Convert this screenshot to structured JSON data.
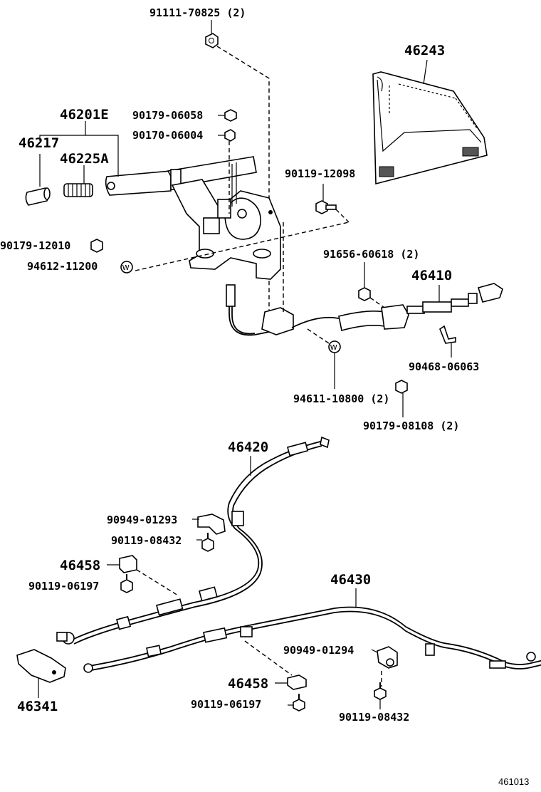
{
  "labels": {
    "nut_top": "91111-70825 (2)",
    "cover": "46243",
    "lever_assy": "46201E",
    "bolt_06058": "90179-06058",
    "bolt_06004": "90170-06004",
    "knob": "46217",
    "spring": "46225A",
    "bolt_12098": "90119-12098",
    "nut_12010": "90179-12010",
    "washer_11200": "94612-11200",
    "nut_60618": "91656-60618 (2)",
    "cable_front": "46410",
    "clip_06063": "90468-06063",
    "washer_10800": "94611-10800 (2)",
    "nut_08108": "90179-08108 (2)",
    "cable_no2": "46420",
    "bracket_01293": "90949-01293",
    "bolt_08432_a": "90119-08432",
    "clamp_a": "46458",
    "bolt_06197_a": "90119-06197",
    "cable_no3": "46430",
    "bracket_01294": "90949-01294",
    "clamp_b": "46458",
    "bolt_06197_b": "90119-06197",
    "bolt_08432_b": "90119-08432",
    "bracket_46341": "46341",
    "figure_id": "461013"
  }
}
